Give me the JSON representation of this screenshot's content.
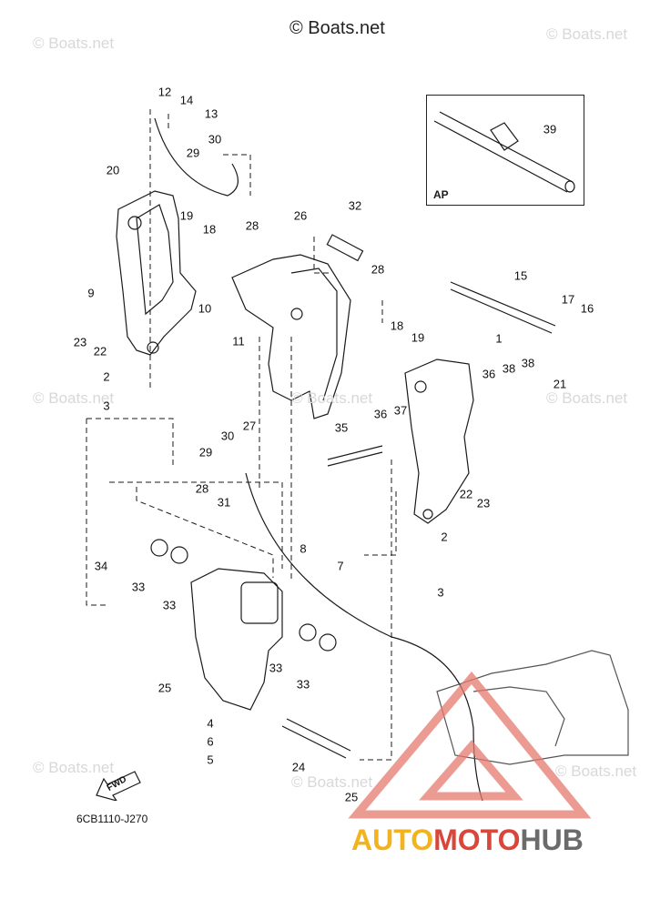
{
  "copyright": "© Boats.net",
  "watermark_text": "© Boats.net",
  "inset": {
    "label": "AP",
    "part": "39"
  },
  "diagram_code": "6CB1110-J270",
  "fwd_label": "FWD",
  "brand": {
    "part1": "AUTO",
    "part2": "MOTO",
    "part3": "HUB"
  },
  "callouts": [
    "12",
    "14",
    "13",
    "30",
    "29",
    "20",
    "19",
    "18",
    "28",
    "26",
    "32",
    "28",
    "15",
    "17",
    "16",
    "9",
    "10",
    "11",
    "23",
    "22",
    "2",
    "3",
    "18",
    "19",
    "1",
    "36",
    "38",
    "38",
    "21",
    "27",
    "30",
    "29",
    "35",
    "36",
    "37",
    "28",
    "31",
    "22",
    "23",
    "2",
    "8",
    "7",
    "3",
    "34",
    "33",
    "33",
    "33",
    "33",
    "25",
    "4",
    "6",
    "5",
    "24",
    "25"
  ],
  "colors": {
    "line": "#1a1a1a",
    "watermark": "#d8d8d8",
    "logo_red": "#e04a3a",
    "logo_orange": "#f2b320",
    "logo_gray": "#6b6b6b"
  }
}
